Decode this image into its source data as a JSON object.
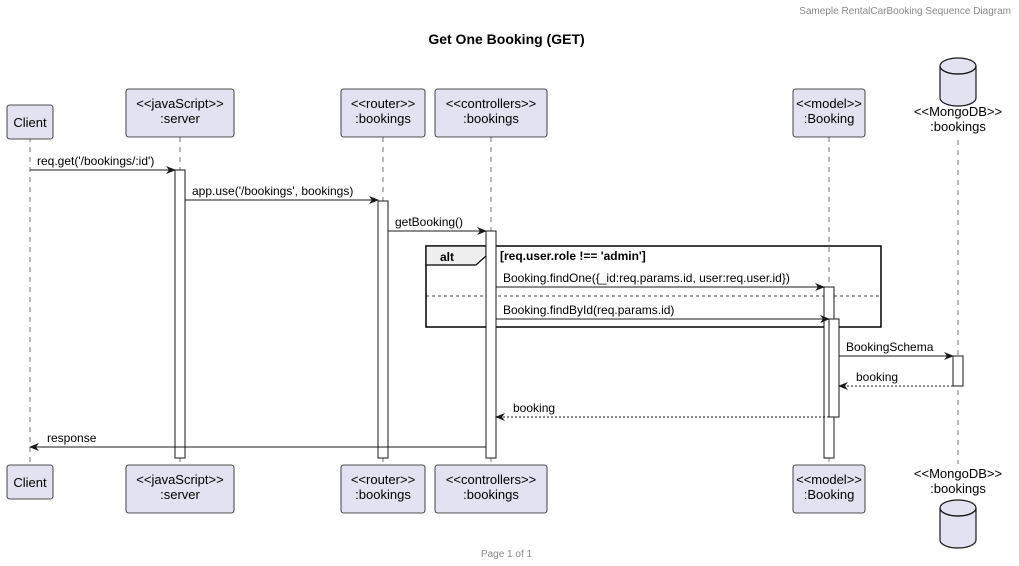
{
  "header": {
    "caption": "Sameple RentalCarBooking Sequence Diagram"
  },
  "diagram": {
    "title": "Get One Booking (GET)"
  },
  "footer": {
    "page": "Page 1 of 1"
  },
  "colors": {
    "participant_fill": "#e2e2f0",
    "participant_border": "#181818",
    "lifeline": "#181818",
    "fragment_header": "#eeeeee"
  },
  "participants": [
    {
      "id": "client",
      "lines": [
        "Client"
      ]
    },
    {
      "id": "server",
      "lines": [
        "<<javaScript>>",
        ":server"
      ]
    },
    {
      "id": "router",
      "lines": [
        "<<router>>",
        ":bookings"
      ]
    },
    {
      "id": "controllers",
      "lines": [
        "<<controllers>>",
        ":bookings"
      ]
    },
    {
      "id": "model",
      "lines": [
        "<<model>>",
        ":Booking"
      ]
    },
    {
      "id": "mongodb",
      "lines": [
        "<<MongoDB>>",
        ":bookings"
      ],
      "shape": "database"
    }
  ],
  "fragment": {
    "keyword": "alt",
    "guard": "[req.user.role !== 'admin']"
  },
  "messages": [
    {
      "from": "client",
      "to": "server",
      "label": "req.get('/bookings/:id')",
      "style": "solid"
    },
    {
      "from": "server",
      "to": "router",
      "label": "app.use('/bookings', bookings)",
      "style": "solid"
    },
    {
      "from": "router",
      "to": "controllers",
      "label": "getBooking()",
      "style": "solid"
    },
    {
      "from": "controllers",
      "to": "model",
      "label": "Booking.findOne({_id:req.params.id, user:req.user.id})",
      "style": "solid"
    },
    {
      "from": "controllers",
      "to": "model",
      "label": "Booking.findById(req.params.id)",
      "style": "solid"
    },
    {
      "from": "model",
      "to": "mongodb",
      "label": "BookingSchema",
      "style": "solid"
    },
    {
      "from": "mongodb",
      "to": "model",
      "label": "booking",
      "style": "dashed"
    },
    {
      "from": "model",
      "to": "controllers",
      "label": "booking",
      "style": "dashed"
    },
    {
      "from": "controllers",
      "to": "client",
      "label": "response",
      "style": "solid"
    }
  ]
}
